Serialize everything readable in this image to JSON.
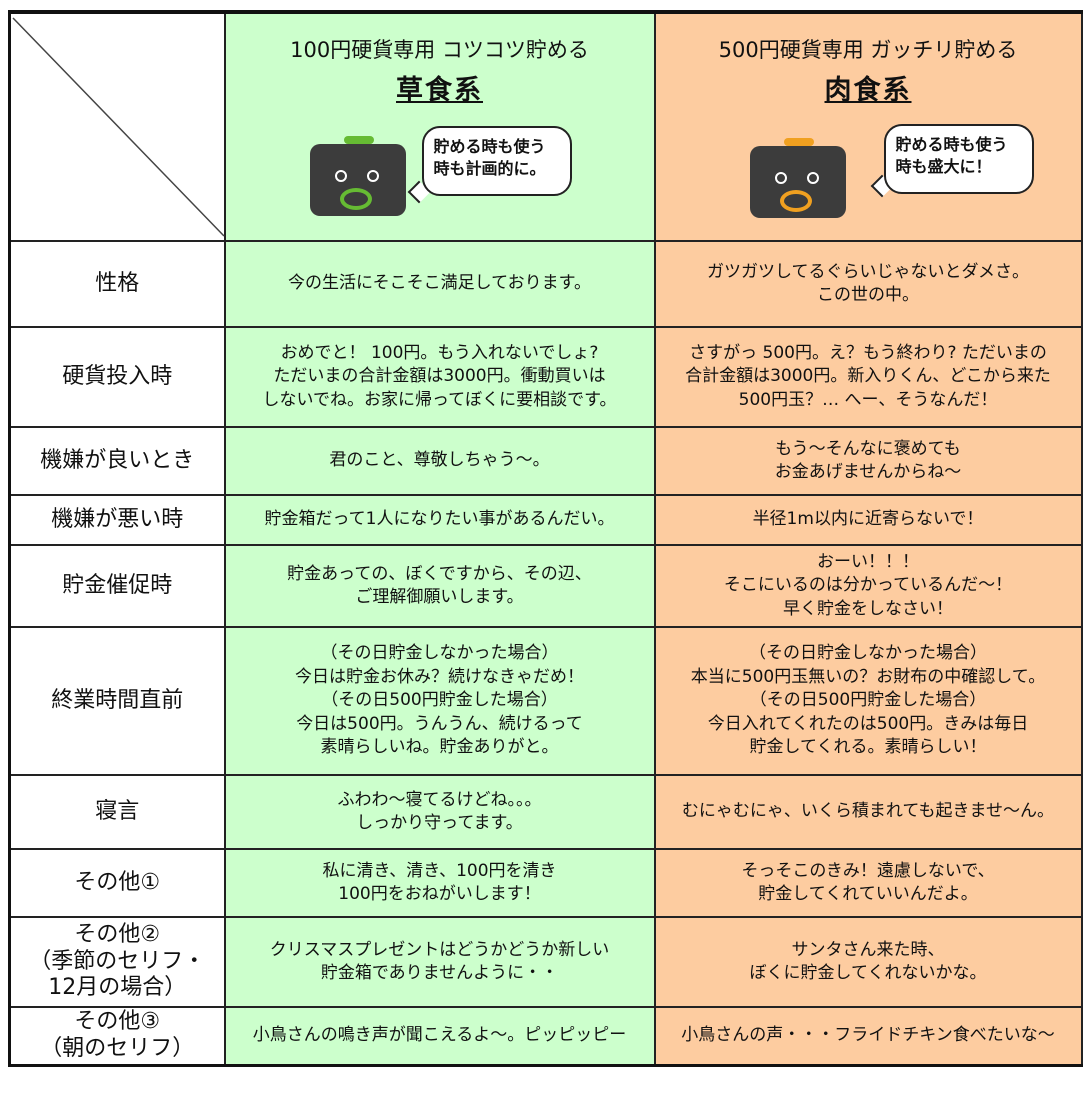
{
  "header": {
    "herbivore": {
      "subtitle": "100円硬貨専用  コツコツ貯める",
      "type": "草食系",
      "speech": "貯める時も使う\n時も計画的に。",
      "accent": "#66bb33"
    },
    "carnivore": {
      "subtitle": "500円硬貨専用  ガッチリ貯める",
      "type": "肉食系",
      "speech": "貯める時も使う\n時も盛大に！",
      "accent": "#f0a020"
    }
  },
  "rows": [
    {
      "label": "性格",
      "herbivore": "今の生活にそこそこ満足しております。",
      "carnivore": "ガツガツしてるぐらいじゃないとダメさ。\nこの世の中。"
    },
    {
      "label": "硬貨投入時",
      "herbivore": "おめでと！ 100円。もう入れないでしょ?\nただいまの合計金額は3000円。衝動買いは\nしないでね。お家に帰ってぼくに要相談です。",
      "carnivore": "さすがっ 500円。え？もう終わり? ただいまの\n合計金額は3000円。新入りくん、どこから来た\n500円玉？… へー、そうなんだ！"
    },
    {
      "label": "機嫌が良いとき",
      "herbivore": "君のこと、尊敬しちゃう〜。",
      "carnivore": "もう〜そんなに褒めても\nお金あげませんからね〜"
    },
    {
      "label": "機嫌が悪い時",
      "herbivore": "貯金箱だって1人になりたい事があるんだい。",
      "carnivore": "半径1m以内に近寄らないで！"
    },
    {
      "label": "貯金催促時",
      "herbivore": "貯金あっての、ぼくですから、その辺、\nご理解御願いします。",
      "carnivore": "おーい！！！\nそこにいるのは分かっているんだ〜！\n早く貯金をしなさい！"
    },
    {
      "label": "終業時間直前",
      "herbivore": "（その日貯金しなかった場合）\n今日は貯金お休み？続けなきゃだめ！\n（その日500円貯金した場合）\n今日は500円。うんうん、続けるって\n素晴らしいね。貯金ありがと。",
      "carnivore": "（その日貯金しなかった場合）\n本当に500円玉無いの？お財布の中確認して。\n（その日500円貯金した場合）\n今日入れてくれたのは500円。きみは毎日\n貯金してくれる。素晴らしい！"
    },
    {
      "label": "寝言",
      "herbivore": "ふわわ〜寝てるけどね。。。\nしっかり守ってます。",
      "carnivore": "むにゃむにゃ、いくら積まれても起きませ〜ん。"
    },
    {
      "label": "その他①",
      "herbivore": "私に清き、清き、100円を清き\n100円をおねがいします！",
      "carnivore": "そっそこのきみ！遠慮しないで、\n貯金してくれていいんだよ。"
    },
    {
      "label": "その他②\n（季節のセリフ・\n12月の場合）",
      "herbivore": "クリスマスプレゼントはどうかどうか新しい\n貯金箱でありませんように・・",
      "carnivore": "サンタさん来た時、\nぼくに貯金してくれないかな。"
    },
    {
      "label": "その他③\n（朝のセリフ）",
      "herbivore": "小鳥さんの鳴き声が聞こえるよ〜。ピッピッピー",
      "carnivore": "小鳥さんの声・・・フライドチキン食べたいな〜"
    }
  ],
  "colors": {
    "herbivore_bg": "#ccffcc",
    "carnivore_bg": "#fdcca0",
    "bank_body": "#3c3c3c"
  }
}
